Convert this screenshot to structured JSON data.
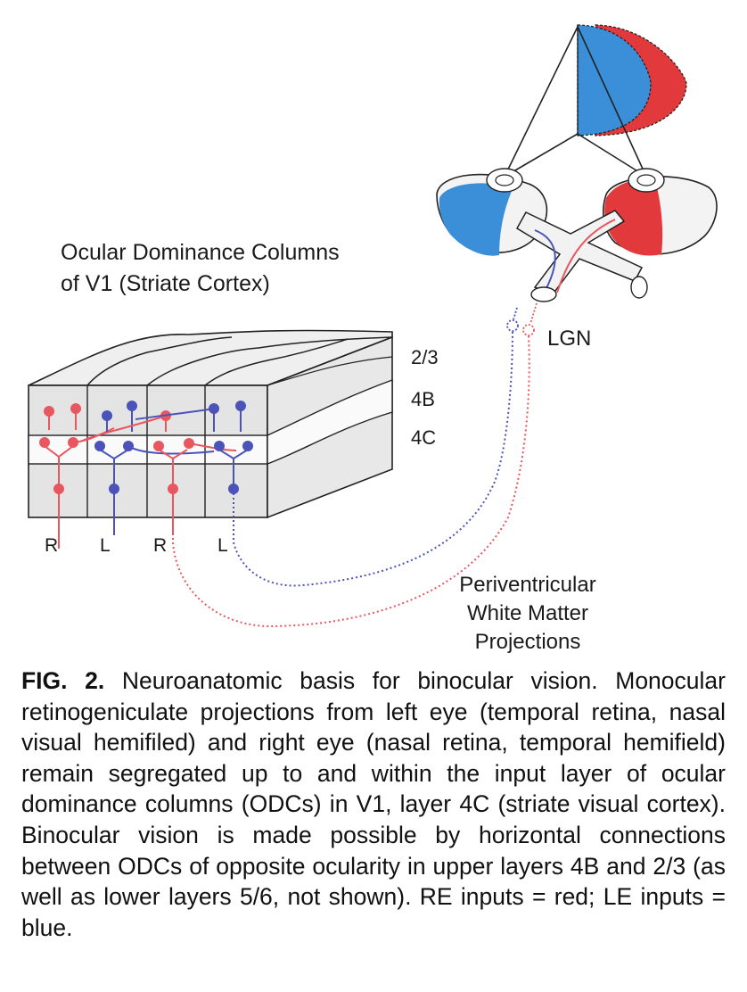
{
  "diagram": {
    "title_line1": "Ocular Dominance Columns",
    "title_line2": "of V1 (Striate Cortex)",
    "layers": [
      "2/3",
      "4B",
      "4C"
    ],
    "column_labels": [
      "R",
      "L",
      "R",
      "L"
    ],
    "lgn_label": "LGN",
    "projection_label_lines": [
      "Periventricular",
      "White Matter",
      "Projections"
    ],
    "colors": {
      "right_eye": "#e8363d",
      "left_eye": "#3a8fd8",
      "red_neuron": "#e8575f",
      "blue_neuron": "#4c53b8"
    }
  },
  "caption": {
    "fig_label": "FIG. 2.",
    "text": "Neuroanatomic basis for binocular vision. Monocular retinogeniculate projections from left eye (temporal retina, nasal visual hemifiled) and right eye (nasal retina, temporal hemifield) remain segregated up to and within the input layer of ocular dominance columns (ODCs) in V1, layer 4C (striate visual cortex). Binocular vision is made possible by horizontal connections between ODCs of opposite ocularity in upper layers 4B and 2/3 (as well as lower layers 5/6, not shown). RE inputs = red; LE inputs = blue."
  }
}
